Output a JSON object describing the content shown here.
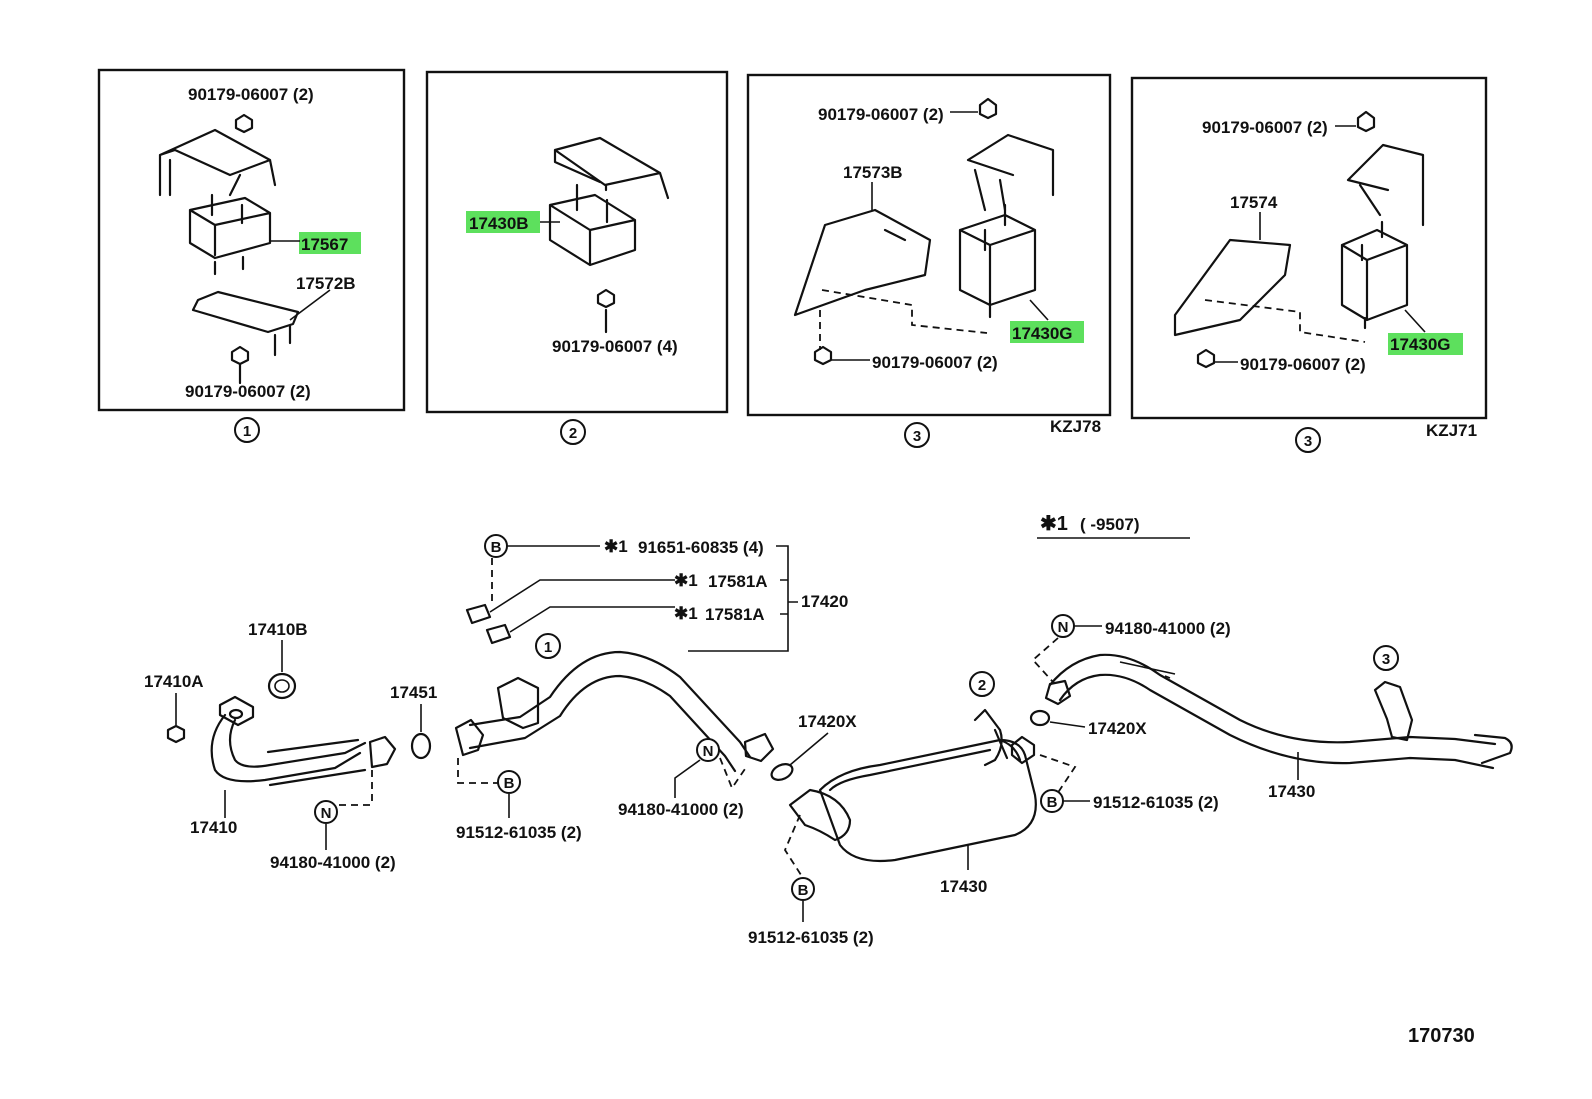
{
  "colors": {
    "highlight": "#5de05d",
    "line": "#111111",
    "background": "#ffffff"
  },
  "inset1": {
    "bolt_top": "90179-06007 (2)",
    "mount": "17567",
    "bracket": "17572B",
    "bolt_bottom": "90179-06007 (2)",
    "number": "1"
  },
  "inset2": {
    "mount": "17430B",
    "bolt": "90179-06007 (4)",
    "number": "2"
  },
  "inset3a": {
    "bolt_top": "90179-06007 (2)",
    "bracket": "17573B",
    "mount": "17430G",
    "bolt_bottom": "90179-06007 (2)",
    "number": "3",
    "model": "KZJ78"
  },
  "inset3b": {
    "bolt_top": "90179-06007 (2)",
    "bracket": "17574",
    "mount": "17430G",
    "bolt_bottom": "90179-06007 (2)",
    "number": "3",
    "model": "KZJ71"
  },
  "note": {
    "mark": "✱1",
    "range": "( -9507)"
  },
  "main": {
    "p17410B": "17410B",
    "p17410A": "17410A",
    "p17410": "17410",
    "p17451": "17451",
    "nut_front": "94180-41000 (2)",
    "bolt_91651": "91651-60835 (4)",
    "p17581A_1": "17581A",
    "p17581A_2": "17581A",
    "p17420": "17420",
    "mark1": "✱1",
    "mark2": "✱1",
    "mark3": "✱1",
    "bolt_front": "91512-61035 (2)",
    "p17420X_1": "17420X",
    "nut_mid": "94180-41000 (2)",
    "bolt_muffler_right": "91512-61035 (2)",
    "muffler": "17430",
    "bolt_muffler_bottom": "91512-61035 (2)",
    "nut_rear": "94180-41000 (2)",
    "p17420X_2": "17420X",
    "tailpipe": "17430",
    "ref_1": "1",
    "ref_2": "2",
    "ref_3": "3",
    "badge_b": "B",
    "badge_n": "N"
  },
  "figure_number": "170730"
}
